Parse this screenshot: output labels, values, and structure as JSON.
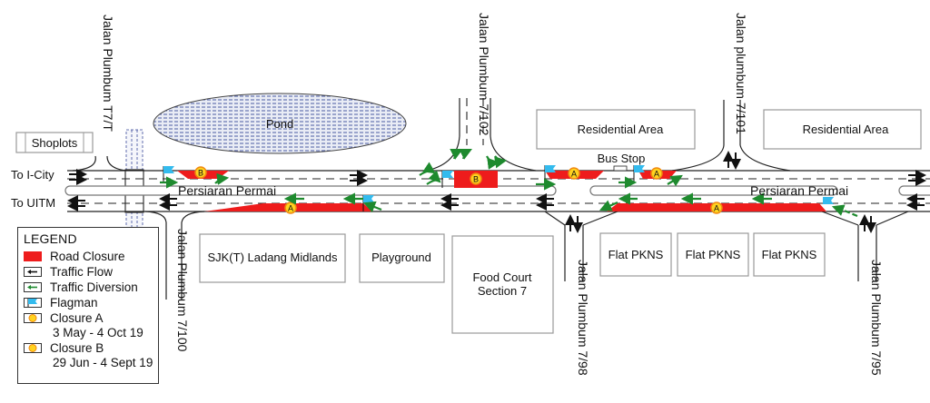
{
  "colors": {
    "closure_red": "#ee1c1c",
    "diversion_green": "#1e8a2e",
    "flagman_blue": "#33bbee",
    "marker_yellow": "#ffd21f",
    "marker_orange": "#f08a10",
    "pond_blue": "#2a3a8c"
  },
  "roads": {
    "main_left_top": "To I-City",
    "main_left_bottom": "To UITM",
    "main_name_1": "Persiaran Permai",
    "main_name_2": "Persiaran Permai",
    "side_t7t": "Jalan Plumbum T7/T",
    "side_7100": "Jalan Plumbum 7/100",
    "side_7102": "Jalan Plumbum 7/102",
    "side_7101": "Jalan plumbum 7/101",
    "side_798": "Jalan Plumbum 7/98",
    "side_795": "Jalan Plumbum 7/95"
  },
  "places": {
    "shoplots": "Shoplots",
    "pond": "Pond",
    "residential_1": "Residential Area",
    "residential_2": "Residential Area",
    "bus_stop": "Bus Stop",
    "school": "SJK(T) Ladang Midlands",
    "playground": "Playground",
    "food_court_1": "Food Court",
    "food_court_2": "Section 7",
    "flat_1": "Flat PKNS",
    "flat_2": "Flat PKNS",
    "flat_3": "Flat PKNS"
  },
  "markers": {
    "a": "A",
    "b": "B"
  },
  "legend": {
    "title": "LEGEND",
    "items": [
      {
        "icon": "road-closure-swatch",
        "label": "Road Closure"
      },
      {
        "icon": "traffic-flow-arrow",
        "label": "Traffic Flow"
      },
      {
        "icon": "traffic-diversion-arrow",
        "label": "Traffic Diversion"
      },
      {
        "icon": "flagman-flag",
        "label": "Flagman"
      },
      {
        "icon": "closure-a-marker",
        "label": "Closure A",
        "dates": "3 May - 4 Oct 19"
      },
      {
        "icon": "closure-b-marker",
        "label": "Closure B",
        "dates": "29 Jun - 4 Sept 19"
      }
    ]
  }
}
